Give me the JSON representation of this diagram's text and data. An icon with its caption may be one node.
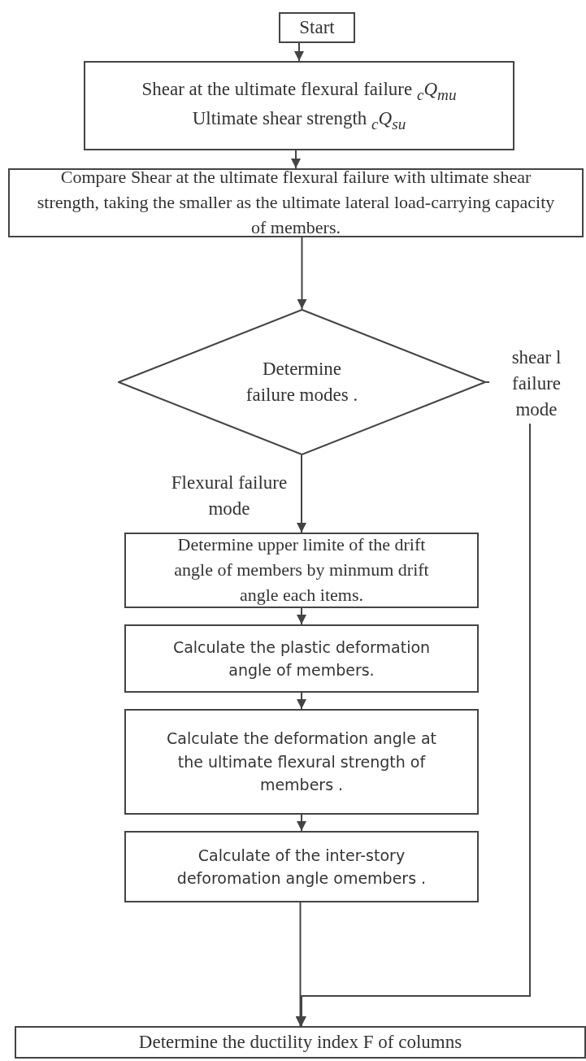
{
  "diagram": {
    "nodes": [
      {
        "text": [
          "Start"
        ]
      },
      {
        "text": [
          "Shear at the ultimate flexural failure $_{c}$*Q*$_{mu}$",
          "Ultimate shear strength $_{c}$*Q*$_{su}$"
        ]
      },
      {
        "text": [
          "Compare Shear at the ultimate flexural failure with ultimate shear strength, taking the smaller as the ultimate lateral load-carrying capacity of members."
        ]
      },
      {
        "text": [
          "Determine failure modes ."
        ]
      },
      {
        "text": [
          "Determine upper limite of the drift angle of members by minmum drift angle each items."
        ]
      },
      {
        "text": [
          "Calculate the plastic deformation angle of members."
        ]
      },
      {
        "text": [
          "Calculate the deformation angle at the ultimate flexural strength of members ."
        ]
      },
      {
        "text": [
          "Calculate of the inter-story deforomation angle omembers ."
        ]
      },
      {
        "text": [
          "Determine the ductility index F of columns"
        ]
      }
    ],
    "edges": [
      {
        "from": 0,
        "to": 1,
        "arrow": "to"
      },
      {
        "from": 1,
        "to": 2,
        "arrow": "to"
      },
      {
        "from": 2,
        "to": 3,
        "arrow": "to"
      },
      {
        "from": 3,
        "to": 4,
        "arrow": "to",
        "label": "Flexural failure mode"
      },
      {
        "from": 3,
        "to": 8,
        "arrow": "to",
        "label": "shear l failure mode"
      },
      {
        "from": 4,
        "to": 5,
        "arrow": "to"
      },
      {
        "from": 5,
        "to": 6,
        "arrow": "to"
      },
      {
        "from": 6,
        "to": 7,
        "arrow": "to"
      },
      {
        "from": 7,
        "to": 8,
        "arrow": "to"
      }
    ]
  }
}
